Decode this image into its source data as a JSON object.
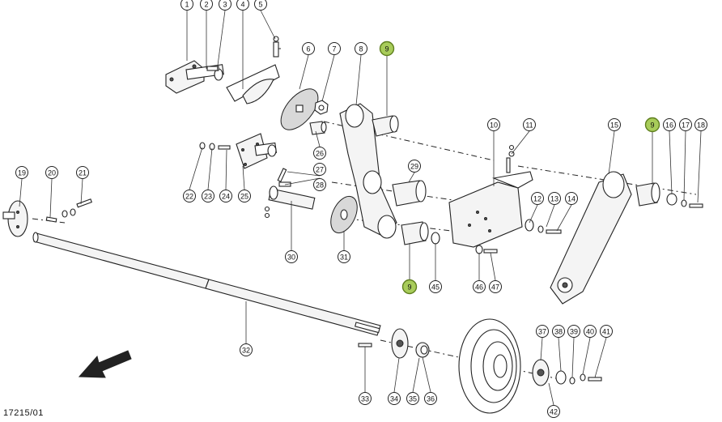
{
  "drawing_number": "17215/01",
  "highlight_color": "#a8cc5a",
  "callouts": [
    {
      "label": "1"
    },
    {
      "label": "2"
    },
    {
      "label": "3"
    },
    {
      "label": "4"
    },
    {
      "label": "5"
    },
    {
      "label": "6"
    },
    {
      "label": "7"
    },
    {
      "label": "8"
    },
    {
      "label": "9",
      "highlighted": true
    },
    {
      "label": "9",
      "highlighted": true
    },
    {
      "label": "9",
      "highlighted": true
    },
    {
      "label": "10"
    },
    {
      "label": "11"
    },
    {
      "label": "12"
    },
    {
      "label": "13"
    },
    {
      "label": "14"
    },
    {
      "label": "15"
    },
    {
      "label": "16"
    },
    {
      "label": "17"
    },
    {
      "label": "18"
    },
    {
      "label": "19"
    },
    {
      "label": "20"
    },
    {
      "label": "21"
    },
    {
      "label": "22"
    },
    {
      "label": "23"
    },
    {
      "label": "24"
    },
    {
      "label": "25"
    },
    {
      "label": "26"
    },
    {
      "label": "27"
    },
    {
      "label": "28"
    },
    {
      "label": "29"
    },
    {
      "label": "30"
    },
    {
      "label": "31"
    },
    {
      "label": "32"
    },
    {
      "label": "33"
    },
    {
      "label": "34"
    },
    {
      "label": "35"
    },
    {
      "label": "36"
    },
    {
      "label": "37"
    },
    {
      "label": "38"
    },
    {
      "label": "39"
    },
    {
      "label": "40"
    },
    {
      "label": "41"
    },
    {
      "label": "42"
    },
    {
      "label": "45"
    },
    {
      "label": "46"
    },
    {
      "label": "47"
    }
  ]
}
